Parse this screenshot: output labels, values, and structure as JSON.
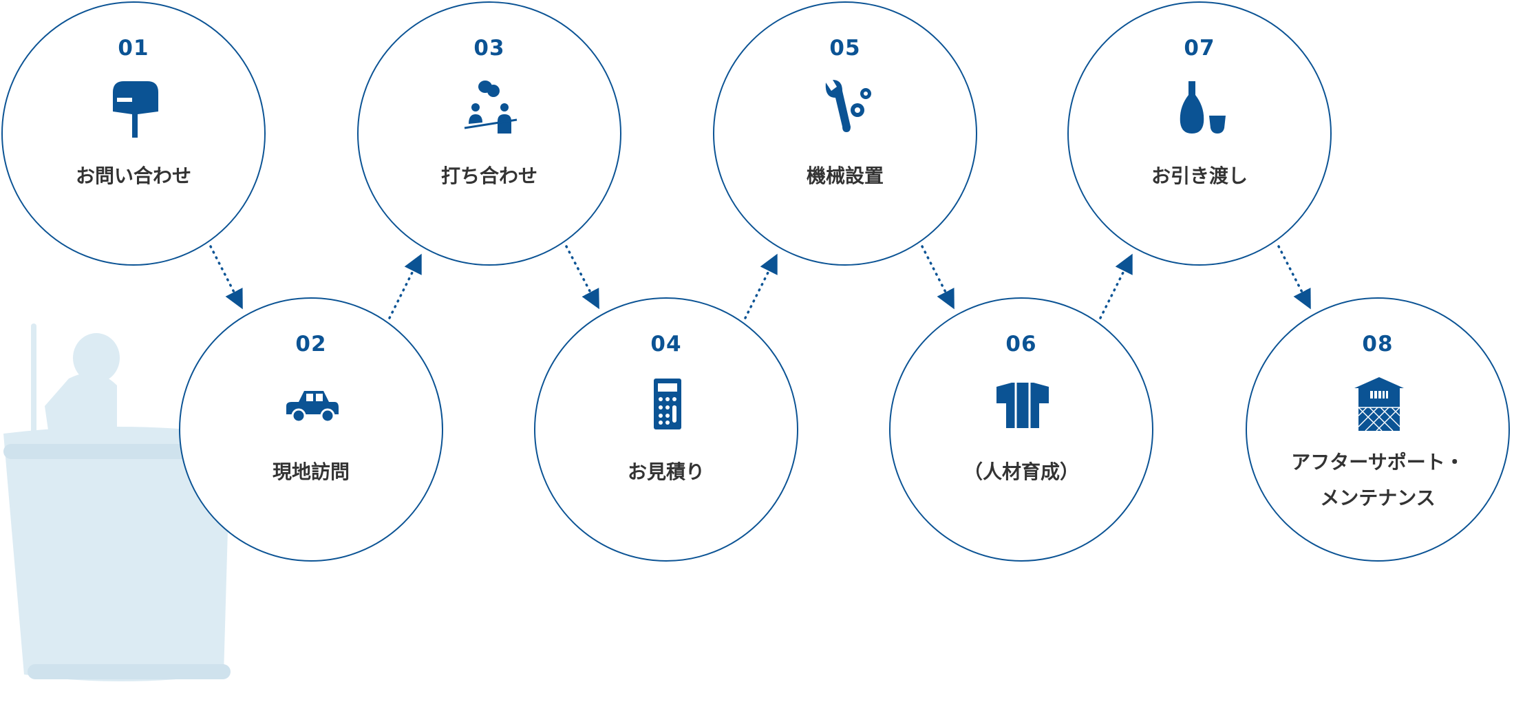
{
  "accent_color": "#0b5394",
  "steps": [
    {
      "number": "01",
      "label": "お問い合わせ",
      "icon": "mailbox-icon"
    },
    {
      "number": "02",
      "label": "現地訪問",
      "icon": "car-icon"
    },
    {
      "number": "03",
      "label": "打ち合わせ",
      "icon": "meeting-icon"
    },
    {
      "number": "04",
      "label": "お見積り",
      "icon": "calculator-icon"
    },
    {
      "number": "05",
      "label": "機械設置",
      "icon": "wrench-gears-icon"
    },
    {
      "number": "06",
      "label": "（人材育成）",
      "icon": "happi-coat-icon"
    },
    {
      "number": "07",
      "label": "お引き渡し",
      "icon": "sake-bottle-icon"
    },
    {
      "number": "08",
      "label_line1": "アフターサポート・",
      "label_line2": "メンテナンス",
      "icon": "storehouse-icon"
    }
  ]
}
